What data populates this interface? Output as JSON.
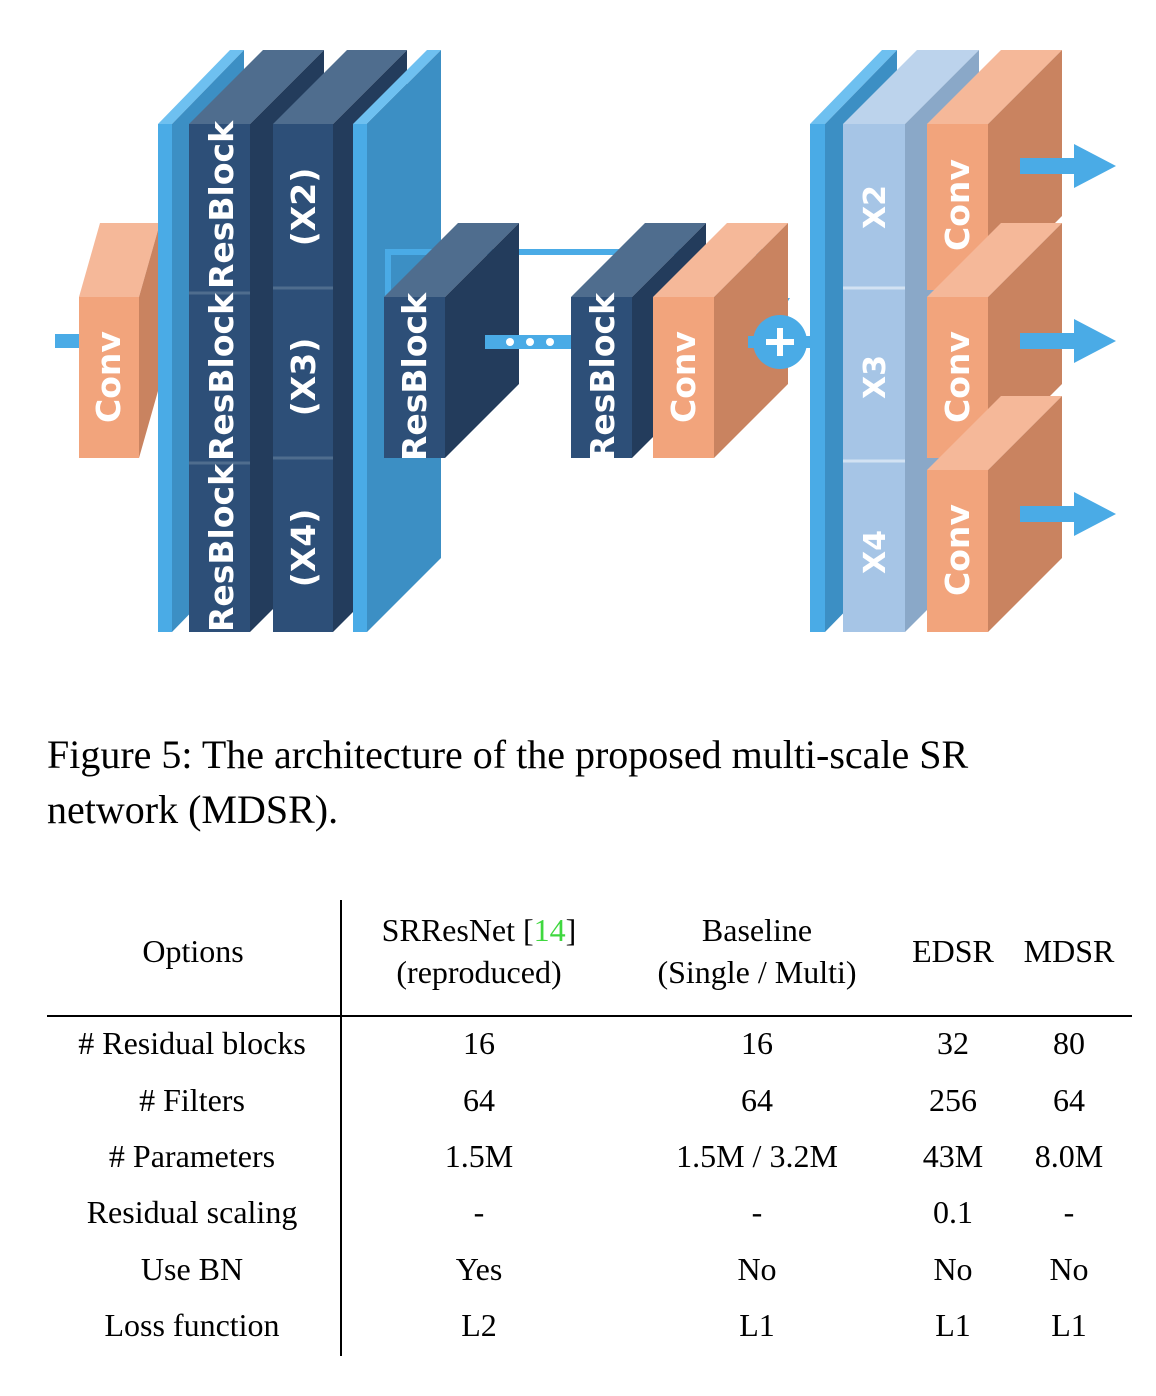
{
  "figure": {
    "colors": {
      "conv_front": "#f2a47c",
      "conv_side": "#c98360",
      "conv_top": "#f5b899",
      "resblock_front": "#2d4f78",
      "resblock_side": "#233c5c",
      "resblock_top": "#4f6d8e",
      "trunk": "#3c8fc4",
      "bright_blue": "#4aabe6",
      "upsample_front": "#a6c5e6",
      "upsample_side": "#8aa8c8",
      "upsample_top": "#bcd3ec"
    },
    "labels": {
      "conv_input": "Conv",
      "resblock_1": "ResBlock",
      "resblock_2": "ResBlock",
      "resblock_3": "ResBlock",
      "scale_x2": "(X2)",
      "scale_x3": "(X3)",
      "scale_x4": "(X4)",
      "resblock_mid_1": "ResBlock",
      "resblock_mid_2": "ResBlock",
      "conv_mid": "Conv",
      "plus": "+",
      "up_x2": "X2",
      "up_x3": "X3",
      "up_x4": "X4",
      "conv_out_1": "Conv",
      "conv_out_2": "Conv",
      "conv_out_3": "Conv"
    }
  },
  "caption": {
    "line1": "Figure 5: The architecture of the proposed multi-scale SR",
    "line2": "network (MDSR)."
  },
  "table": {
    "header": {
      "options": "Options",
      "srresnet_line1": "SRResNet [",
      "srresnet_cite": "14",
      "srresnet_close": "]",
      "srresnet_line2": "(reproduced)",
      "baseline_line1": "Baseline",
      "baseline_line2": "(Single / Multi)",
      "edsr": "EDSR",
      "mdsr": "MDSR"
    },
    "rows": [
      {
        "label": "# Residual blocks",
        "srresnet": "16",
        "baseline": "16",
        "edsr": "32",
        "mdsr": "80"
      },
      {
        "label": "# Filters",
        "srresnet": "64",
        "baseline": "64",
        "edsr": "256",
        "mdsr": "64"
      },
      {
        "label": "# Parameters",
        "srresnet": "1.5M",
        "baseline": "1.5M / 3.2M",
        "edsr": "43M",
        "mdsr": "8.0M"
      },
      {
        "label": "Residual scaling",
        "srresnet": "-",
        "baseline": "-",
        "edsr": "0.1",
        "mdsr": "-"
      },
      {
        "label": "Use BN",
        "srresnet": "Yes",
        "baseline": "No",
        "edsr": "No",
        "mdsr": "No"
      },
      {
        "label": "Loss function",
        "srresnet": "L2",
        "baseline": "L1",
        "edsr": "L1",
        "mdsr": "L1"
      }
    ]
  }
}
